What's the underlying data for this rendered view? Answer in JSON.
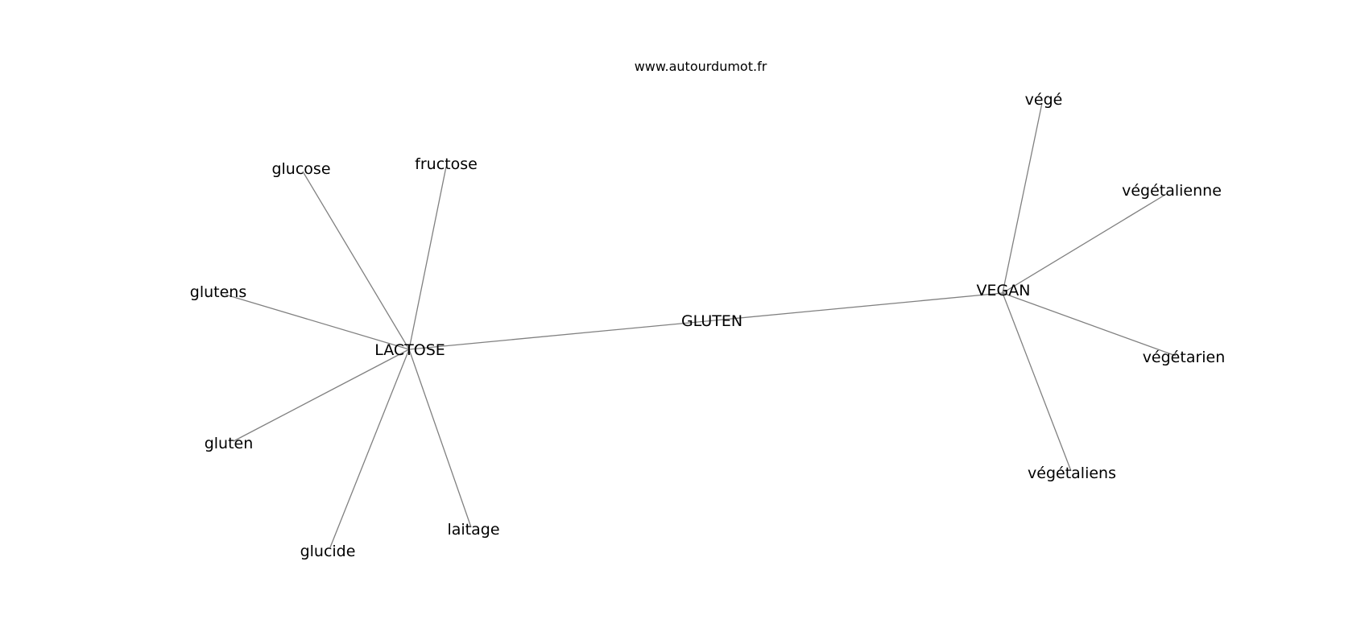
{
  "watermark": "www.autourdumot.fr",
  "graph": {
    "colors": {
      "edge": "#808080",
      "label": "#000000"
    },
    "nodes": [
      {
        "id": "gluten_center",
        "label": "GLUTEN"
      },
      {
        "id": "lactose",
        "label": "LACTOSE"
      },
      {
        "id": "vegan",
        "label": "VEGAN"
      },
      {
        "id": "glucose",
        "label": "glucose"
      },
      {
        "id": "fructose",
        "label": "fructose"
      },
      {
        "id": "glutens",
        "label": "glutens"
      },
      {
        "id": "gluten",
        "label": "gluten"
      },
      {
        "id": "glucide",
        "label": "glucide"
      },
      {
        "id": "laitage",
        "label": "laitage"
      },
      {
        "id": "vege",
        "label": "végé"
      },
      {
        "id": "vegetalienne",
        "label": "végétalienne"
      },
      {
        "id": "vegetarien",
        "label": "végétarien"
      },
      {
        "id": "vegetaliens",
        "label": "végétaliens"
      }
    ],
    "edges": [
      [
        "lactose",
        "vegan"
      ],
      [
        "lactose",
        "glucose"
      ],
      [
        "lactose",
        "fructose"
      ],
      [
        "lactose",
        "glutens"
      ],
      [
        "lactose",
        "gluten"
      ],
      [
        "lactose",
        "glucide"
      ],
      [
        "lactose",
        "laitage"
      ],
      [
        "vegan",
        "vege"
      ],
      [
        "vegan",
        "vegetalienne"
      ],
      [
        "vegan",
        "vegetarien"
      ],
      [
        "vegan",
        "vegetaliens"
      ]
    ]
  }
}
